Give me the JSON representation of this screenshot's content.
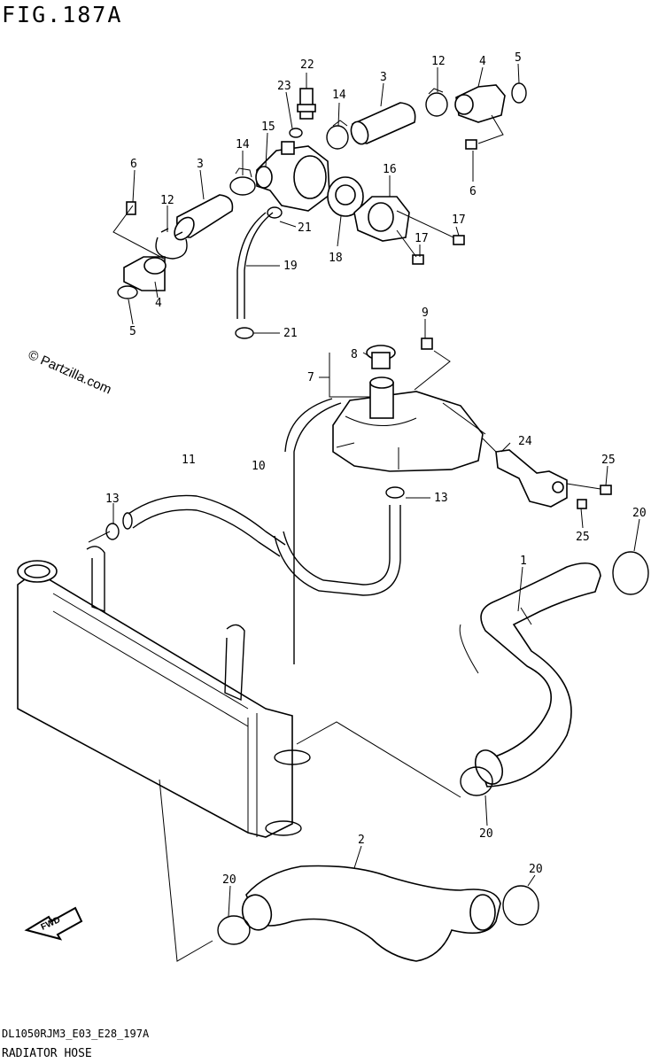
{
  "figure": {
    "title": "FIG.187A",
    "watermark": "© Partzilla.com",
    "code": "DL1050RJM3_E03_E28_197A",
    "caption": "RADIATOR HOSE"
  },
  "callouts": [
    {
      "id": "c22",
      "label": "22"
    },
    {
      "id": "c23",
      "label": "23"
    },
    {
      "id": "c14a",
      "label": "14"
    },
    {
      "id": "c3a",
      "label": "3"
    },
    {
      "id": "c12a",
      "label": "12"
    },
    {
      "id": "c4a",
      "label": "4"
    },
    {
      "id": "c5a",
      "label": "5"
    },
    {
      "id": "c6a",
      "label": "6"
    },
    {
      "id": "c15",
      "label": "15"
    },
    {
      "id": "c14b",
      "label": "14"
    },
    {
      "id": "c3b",
      "label": "3"
    },
    {
      "id": "c6b",
      "label": "6"
    },
    {
      "id": "c16",
      "label": "16"
    },
    {
      "id": "c12b",
      "label": "12"
    },
    {
      "id": "c21a",
      "label": "21"
    },
    {
      "id": "c17a",
      "label": "17"
    },
    {
      "id": "c17b",
      "label": "17"
    },
    {
      "id": "c18",
      "label": "18"
    },
    {
      "id": "c4b",
      "label": "4"
    },
    {
      "id": "c19",
      "label": "19"
    },
    {
      "id": "c5b",
      "label": "5"
    },
    {
      "id": "c21b",
      "label": "21"
    },
    {
      "id": "c9",
      "label": "9"
    },
    {
      "id": "c8",
      "label": "8"
    },
    {
      "id": "c7",
      "label": "7"
    },
    {
      "id": "c24",
      "label": "24"
    },
    {
      "id": "c11",
      "label": "11"
    },
    {
      "id": "c10",
      "label": "10"
    },
    {
      "id": "c25a",
      "label": "25"
    },
    {
      "id": "c13a",
      "label": "13"
    },
    {
      "id": "c13b",
      "label": "13"
    },
    {
      "id": "c25b",
      "label": "25"
    },
    {
      "id": "c20a",
      "label": "20"
    },
    {
      "id": "c1",
      "label": "1"
    },
    {
      "id": "c20b",
      "label": "20"
    },
    {
      "id": "c2",
      "label": "2"
    },
    {
      "id": "c20c",
      "label": "20"
    },
    {
      "id": "c20d",
      "label": "20"
    }
  ],
  "fwd_label": "FWD"
}
